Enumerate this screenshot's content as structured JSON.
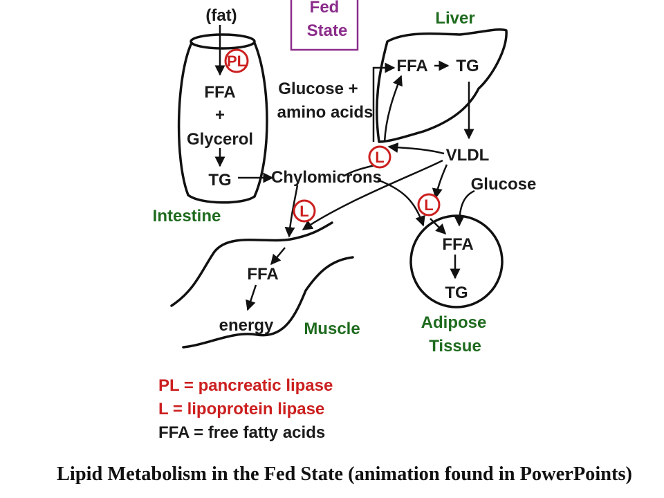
{
  "badge": {
    "line1": "Fed",
    "line2": "State",
    "color": "#8b2c8b"
  },
  "organs": {
    "liver": "Liver",
    "intestine": "Intestine",
    "muscle": "Muscle",
    "adipose_line1": "Adipose",
    "adipose_line2": "Tissue"
  },
  "intestine": {
    "fat": "(fat)",
    "ffa": "FFA",
    "plus": "+",
    "glycerol": "Glycerol",
    "tg": "TG"
  },
  "liver": {
    "ffa": "FFA",
    "tg": "TG",
    "input_line1": "Glucose +",
    "input_line2": "amino acids"
  },
  "transport": {
    "chylomicrons": "Chylomicrons",
    "vldl": "VLDL"
  },
  "adipose": {
    "glucose": "Glucose",
    "ffa": "FFA",
    "tg": "TG"
  },
  "muscle": {
    "ffa": "FFA",
    "energy": "energy"
  },
  "enzymes": {
    "pl": "PL",
    "l": "L"
  },
  "legend": {
    "pl": "PL = pancreatic lipase",
    "l": "L = lipoprotein lipase",
    "ffa": "FFA = free fatty acids"
  },
  "caption": "Lipid Metabolism in the Fed State (animation found in PowerPoints)",
  "colors": {
    "green": "#1f6b1f",
    "red": "#cc1f1f",
    "purple": "#8b2c8b",
    "black": "#111111"
  }
}
